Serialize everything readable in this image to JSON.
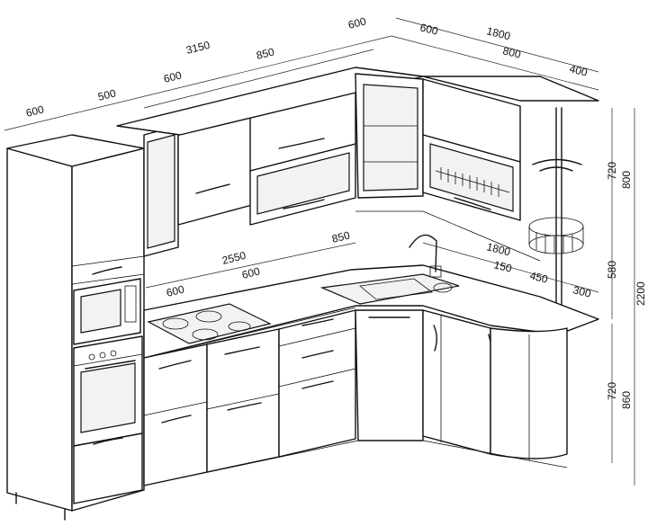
{
  "dimensions": {
    "top_total_left": "3150",
    "top_total_right": "1800",
    "top_600_a": "600",
    "top_500": "500",
    "top_600_b": "600",
    "top_850": "850",
    "top_600_c": "600",
    "top_600_d": "600",
    "top_800": "800",
    "top_400": "400",
    "counter_2550": "2550",
    "counter_850": "850",
    "counter_600_a": "600",
    "counter_600_b": "600",
    "counter_1800": "1800",
    "counter_150": "150",
    "counter_450": "450",
    "counter_300": "300",
    "h_720_upper": "720",
    "h_800": "800",
    "h_580": "580",
    "h_2200": "2200",
    "h_720_lower": "720",
    "h_860": "860"
  }
}
